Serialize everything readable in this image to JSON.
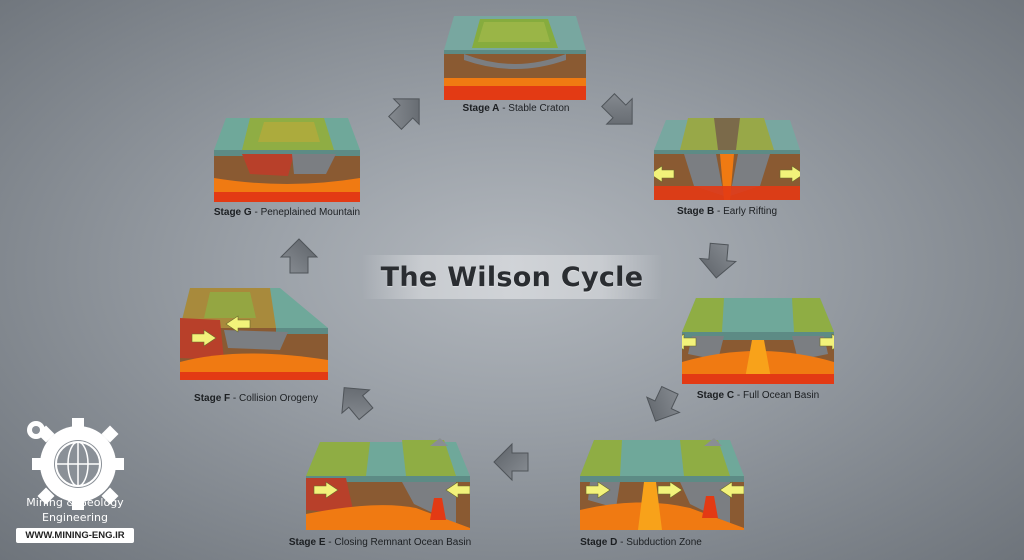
{
  "diagram": {
    "title": "The Wilson Cycle",
    "stages": [
      {
        "id": "A",
        "code": "Stage A",
        "name": "Stable Craton"
      },
      {
        "id": "B",
        "code": "Stage B",
        "name": "Early Rifting"
      },
      {
        "id": "C",
        "code": "Stage C",
        "name": "Full Ocean Basin"
      },
      {
        "id": "D",
        "code": "Stage D",
        "name": "Subduction Zone"
      },
      {
        "id": "E",
        "code": "Stage E",
        "name": "Closing Remnant Ocean Basin"
      },
      {
        "id": "F",
        "code": "Stage F",
        "name": "Collision Orogeny"
      },
      {
        "id": "G",
        "code": "Stage G",
        "name": "Peneplained Mountain"
      }
    ],
    "colors": {
      "land_top": "#7fa84a",
      "ocean_top": "#6fa89a",
      "crust": "#8a5a32",
      "magma": "#f07a12",
      "rock_gray": "#7b7e82",
      "push_arrow": "#f2f27a",
      "cycle_arrow": "#6b7076"
    }
  },
  "logo": {
    "line1": "Mining & Geology",
    "line2": "Engineering",
    "url": "WWW.MINING-ENG.IR",
    "icon": "gear-globe-icon"
  }
}
